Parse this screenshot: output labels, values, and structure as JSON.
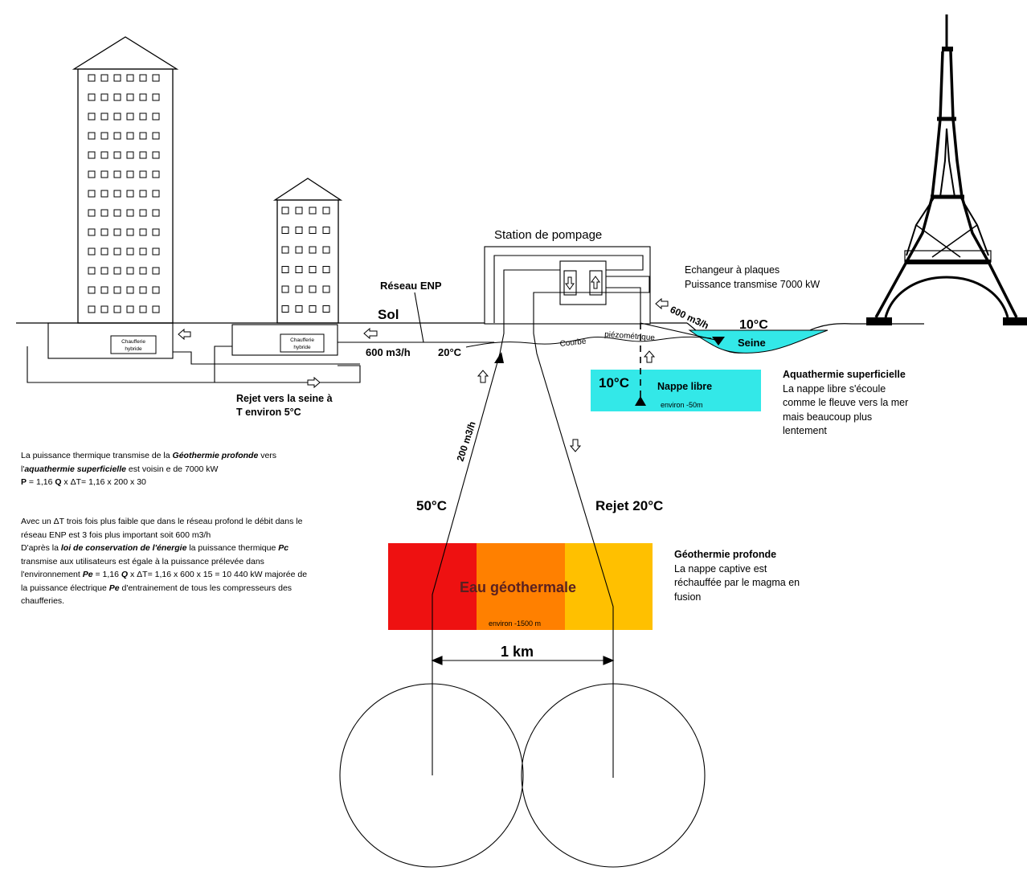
{
  "labels": {
    "station": "Station de pompage",
    "echangeur_title": "Echangeur à plaques",
    "echangeur_power": "Puissance transmise 7000 kW",
    "reseau": "Réseau ENP",
    "sol": "Sol",
    "chaufferie_l1": "Chaufferie",
    "chaufferie_l2": "hybride",
    "debit_enp": "600 m3/h",
    "temp_enp": "20°C",
    "debit_seine": "600 m3/h",
    "temp_seine": "10°C",
    "seine": "Seine",
    "courbe": "Courbe",
    "piezo": "piézométrique",
    "nappe_temp": "10°C",
    "nappe_name": "Nappe libre",
    "nappe_depth": "environ -50m",
    "rejet_l1": "Rejet vers la seine à",
    "rejet_l2": "T environ 5°C",
    "debit_geo": "200 m3/h",
    "temp_geo": "50°C",
    "rejet_geo": "Rejet 20°C",
    "eau_geo": "Eau géothermale",
    "geo_depth": "environ -1500 m",
    "distance": "1 km"
  },
  "notes": {
    "aqua_title": "Aquathermie superficielle",
    "aqua_text": [
      "La nappe libre s'écoule",
      "comme le fleuve vers la mer",
      "mais beaucoup plus",
      "lentement"
    ],
    "geo_title": "Géothermie profonde",
    "geo_text": [
      "La nappe captive est",
      "réchauffée par le magma en",
      "fusion"
    ]
  },
  "paragraph1": {
    "t1": "La puissance thermique transmise de la ",
    "t2": "Géothermie profonde",
    "t3": " vers l'",
    "t4": "aquathermie superficielle",
    "t5": " est voisin e de 7000 kW",
    "formula_p": "P",
    "formula_mid": " = 1,16 ",
    "formula_q": "Q",
    "formula_end": " x ΔT= 1,16 x 200 x 30"
  },
  "paragraph2": {
    "t1": "Avec un ΔT trois fois plus faible que dans le réseau profond le débit dans le réseau ENP est 3 fois plus important soit 600 m3/h",
    "t2": "D'après la ",
    "t3": "loi de conservation de l'énergie",
    "t4": " la puissance thermique ",
    "t5": "Pc",
    "t6": " transmise aux utilisateurs est égale à la puissance prélevée dans l'environnement ",
    "t7": "Pe",
    "t8": " = 1,16 ",
    "t9": "Q",
    "t10": " x ΔT= 1,16 x 600 x 15 = 10 440 kW majorée de la puissance électrique ",
    "t11": "Pe",
    "t12": " d'entrainement de tous les compresseurs des chaufferies."
  },
  "colors": {
    "cyan": "#33e8e8",
    "red": "#ee1111",
    "orange": "#ff8000",
    "yellow": "#ffc000"
  }
}
